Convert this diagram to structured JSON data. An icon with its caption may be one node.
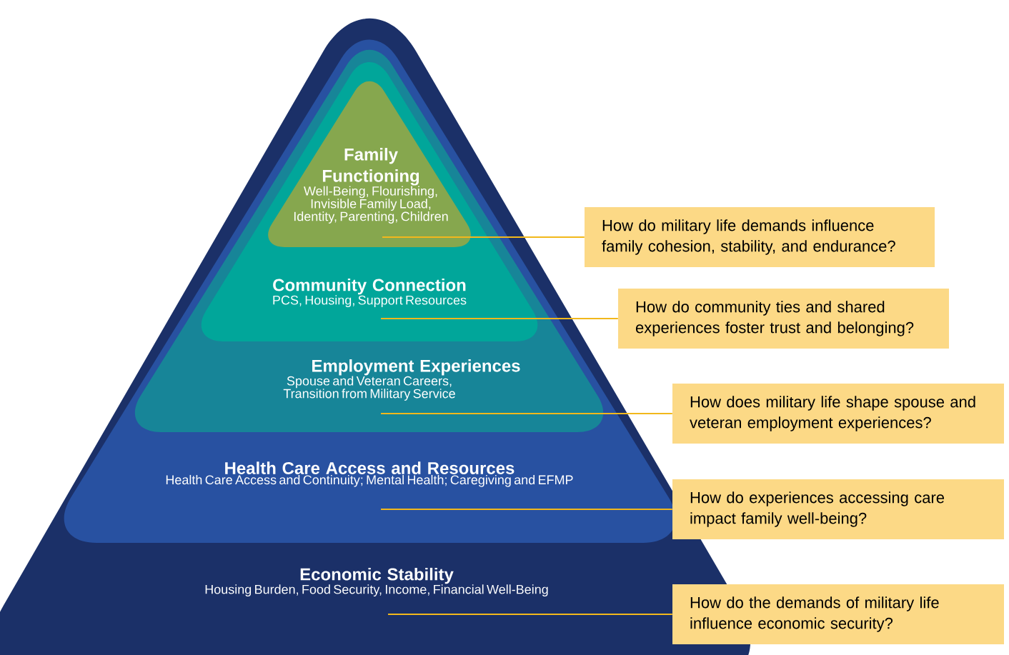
{
  "diagram": {
    "nodes": [
      {
        "text": [
          "Economic Stability",
          "Housing Burden, Food Security, Income, Financial Well-Being"
        ]
      },
      {
        "text": [
          "Health Care Access and Resources",
          "Health Care Access and Continuity; Mental Health; Caregiving and EFMP"
        ],
        "in": 0
      },
      {
        "text": [
          "Employment Experiences",
          "Spouse and Veteran Careers, Transition from Military Service"
        ],
        "in": 1
      },
      {
        "text": [
          "Community Connection",
          "PCS, Housing, Support Resources"
        ],
        "in": 2
      },
      {
        "text": [
          "Family Functioning",
          "Well-Being, Flourishing, Invisible Family Load, Identity, Parenting, Children"
        ],
        "in": 3
      },
      {
        "text": [
          "How do military life demands influence family cohesion, stability, and endurance?"
        ]
      },
      {
        "text": [
          "How do community ties and shared experiences foster trust and belonging?"
        ]
      },
      {
        "text": [
          "How does military life shape spouse and veteran employment experiences?"
        ]
      },
      {
        "text": [
          "How do experiences accessing care impact family well-being?"
        ]
      },
      {
        "text": [
          "How do the demands of military life influence economic security?"
        ]
      }
    ],
    "edges": [
      {
        "from": 5,
        "to": 4,
        "arrow": "none"
      },
      {
        "from": 6,
        "to": 3,
        "arrow": "none"
      },
      {
        "from": 7,
        "to": 2,
        "arrow": "none"
      },
      {
        "from": 8,
        "to": 1,
        "arrow": "none"
      },
      {
        "from": 9,
        "to": 0,
        "arrow": "none"
      }
    ]
  }
}
